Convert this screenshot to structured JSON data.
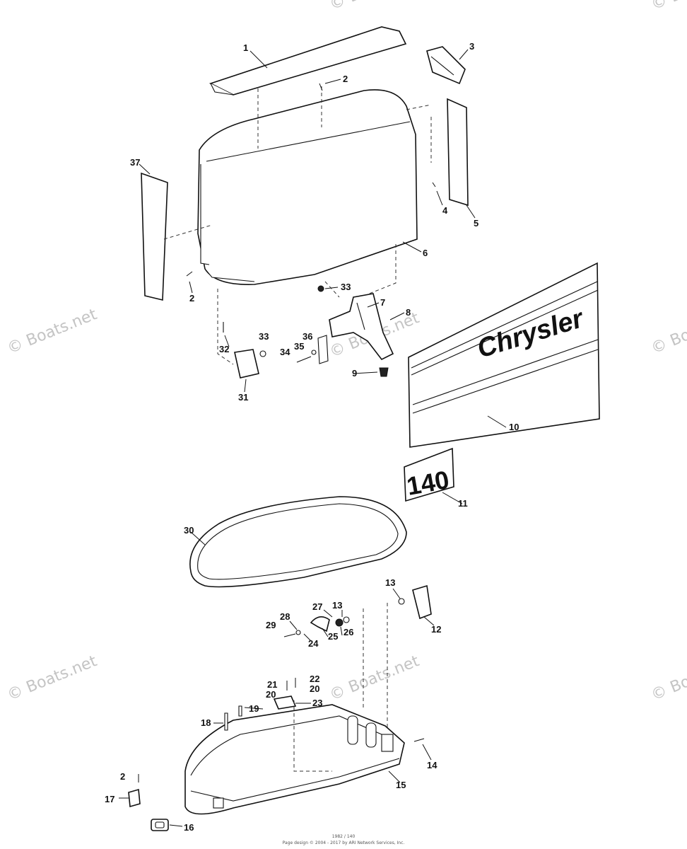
{
  "diagram": {
    "decals": {
      "side_brand": "Chrysler",
      "side_number": "140"
    },
    "watermarks": [
      "© Boats.net",
      "© Boats.net",
      "© Boats.net",
      "© Boats.net",
      "© Boats.net",
      "© Boats.net",
      "© Boats.net",
      "© Boats.net"
    ],
    "footer": {
      "line1": "1982 / 140",
      "line2": "Page design © 2004 - 2017 by ARI Network Services, Inc."
    },
    "callouts": [
      {
        "id": "c1",
        "text": "1"
      },
      {
        "id": "c2a",
        "text": "2"
      },
      {
        "id": "c3",
        "text": "3"
      },
      {
        "id": "c37",
        "text": "37"
      },
      {
        "id": "c4",
        "text": "4"
      },
      {
        "id": "c5",
        "text": "5"
      },
      {
        "id": "c6",
        "text": "6"
      },
      {
        "id": "c2b",
        "text": "2"
      },
      {
        "id": "c33a",
        "text": "33"
      },
      {
        "id": "c7",
        "text": "7"
      },
      {
        "id": "c8",
        "text": "8"
      },
      {
        "id": "c32",
        "text": "32"
      },
      {
        "id": "c33b",
        "text": "33"
      },
      {
        "id": "c36",
        "text": "36"
      },
      {
        "id": "c35",
        "text": "35"
      },
      {
        "id": "c34",
        "text": "34"
      },
      {
        "id": "c9",
        "text": "9"
      },
      {
        "id": "c31",
        "text": "31"
      },
      {
        "id": "c10",
        "text": "10"
      },
      {
        "id": "c11",
        "text": "11"
      },
      {
        "id": "c30",
        "text": "30"
      },
      {
        "id": "c13a",
        "text": "13"
      },
      {
        "id": "c12",
        "text": "12"
      },
      {
        "id": "c27",
        "text": "27"
      },
      {
        "id": "c13b",
        "text": "13"
      },
      {
        "id": "c28",
        "text": "28"
      },
      {
        "id": "c29",
        "text": "29"
      },
      {
        "id": "c26",
        "text": "26"
      },
      {
        "id": "c25",
        "text": "25"
      },
      {
        "id": "c24",
        "text": "24"
      },
      {
        "id": "c21",
        "text": "21"
      },
      {
        "id": "c22",
        "text": "22"
      },
      {
        "id": "c20a",
        "text": "20"
      },
      {
        "id": "c20b",
        "text": "20"
      },
      {
        "id": "c23",
        "text": "23"
      },
      {
        "id": "c19",
        "text": "19"
      },
      {
        "id": "c18",
        "text": "18"
      },
      {
        "id": "c14",
        "text": "14"
      },
      {
        "id": "c15",
        "text": "15"
      },
      {
        "id": "c2c",
        "text": "2"
      },
      {
        "id": "c17",
        "text": "17"
      },
      {
        "id": "c16",
        "text": "16"
      }
    ]
  }
}
